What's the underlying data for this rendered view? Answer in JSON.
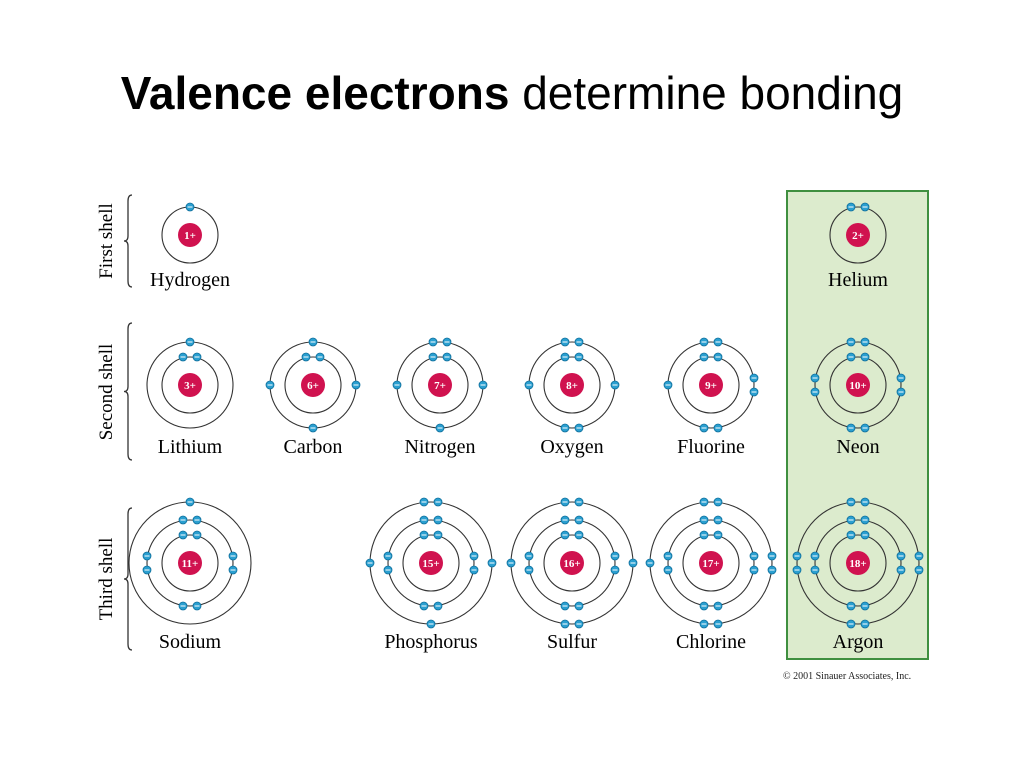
{
  "title": {
    "bold": "Valence electrons",
    "normal": "determine bonding"
  },
  "shells": [
    {
      "label": "First shell",
      "elements": [
        {
          "name": "Hydrogen",
          "charge": "1+",
          "config": [
            1
          ]
        },
        {
          "name": "Helium",
          "charge": "2+",
          "config": [
            2
          ],
          "highlight": true
        }
      ]
    },
    {
      "label": "Second shell",
      "elements": [
        {
          "name": "Lithium",
          "charge": "3+",
          "config": [
            2,
            1
          ]
        },
        {
          "name": "Carbon",
          "charge": "6+",
          "config": [
            2,
            4
          ]
        },
        {
          "name": "Nitrogen",
          "charge": "7+",
          "config": [
            2,
            5
          ]
        },
        {
          "name": "Oxygen",
          "charge": "8+",
          "config": [
            2,
            6
          ]
        },
        {
          "name": "Fluorine",
          "charge": "9+",
          "config": [
            2,
            7
          ]
        },
        {
          "name": "Neon",
          "charge": "10+",
          "config": [
            2,
            8
          ],
          "highlight": true
        }
      ]
    },
    {
      "label": "Third shell",
      "elements": [
        {
          "name": "Sodium",
          "charge": "11+",
          "config": [
            2,
            8,
            1
          ]
        },
        {
          "name": "Phosphorus",
          "charge": "15+",
          "config": [
            2,
            8,
            5
          ]
        },
        {
          "name": "Sulfur",
          "charge": "16+",
          "config": [
            2,
            8,
            6
          ]
        },
        {
          "name": "Chlorine",
          "charge": "17+",
          "config": [
            2,
            8,
            7
          ]
        },
        {
          "name": "Argon",
          "charge": "18+",
          "config": [
            2,
            8,
            8
          ],
          "highlight": true
        }
      ]
    }
  ],
  "copyright": "© 2001 Sinauer Associates, Inc.",
  "colors": {
    "nucleus": "#d0124f",
    "electron": "#2a9fd0",
    "electron_edge": "#0f6f9c",
    "highlight_fill": "#dcebcd",
    "highlight_border": "#3f8f3f",
    "orbit": "#333333"
  }
}
